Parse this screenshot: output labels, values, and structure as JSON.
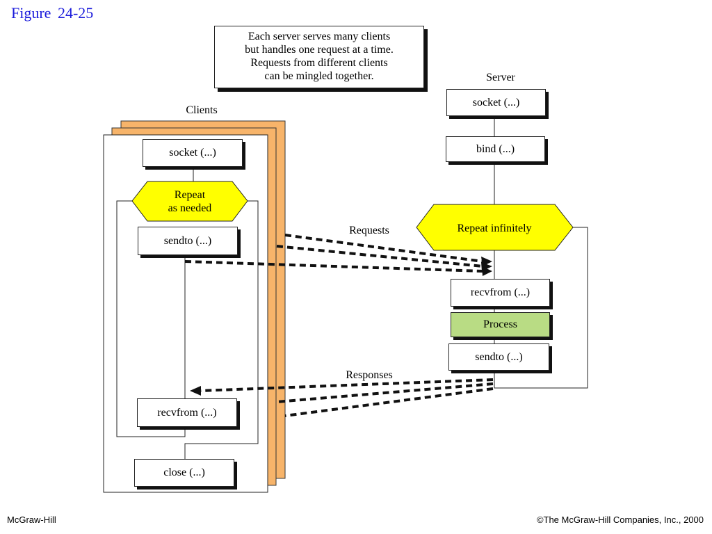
{
  "figure_title": "Figure  24-25",
  "note_lines": [
    "Each server serves many clients",
    "but handles one request at a time.",
    "Requests from different clients",
    "can be mingled together."
  ],
  "clients": {
    "title": "Clients",
    "socket": "socket (...)",
    "repeat": [
      "Repeat",
      "as needed"
    ],
    "sendto": "sendto (...)",
    "recvfrom": "recvfrom (...)",
    "close": "close (...)"
  },
  "server": {
    "title": "Server",
    "socket": "socket (...)",
    "bind": "bind (...)",
    "repeat": "Repeat infinitely",
    "recvfrom": "recvfrom (...)",
    "process": "Process",
    "sendto": "sendto (...)"
  },
  "arrows": {
    "requests": "Requests",
    "responses": "Responses"
  },
  "footer": {
    "left": "McGraw-Hill",
    "right": "©The McGraw-Hill Companies, Inc., 2000"
  },
  "colors": {
    "client_stack": "#f7b46a",
    "hexagon": "#ffff00",
    "process": "#b9dc84",
    "title": "#1a1adb"
  }
}
